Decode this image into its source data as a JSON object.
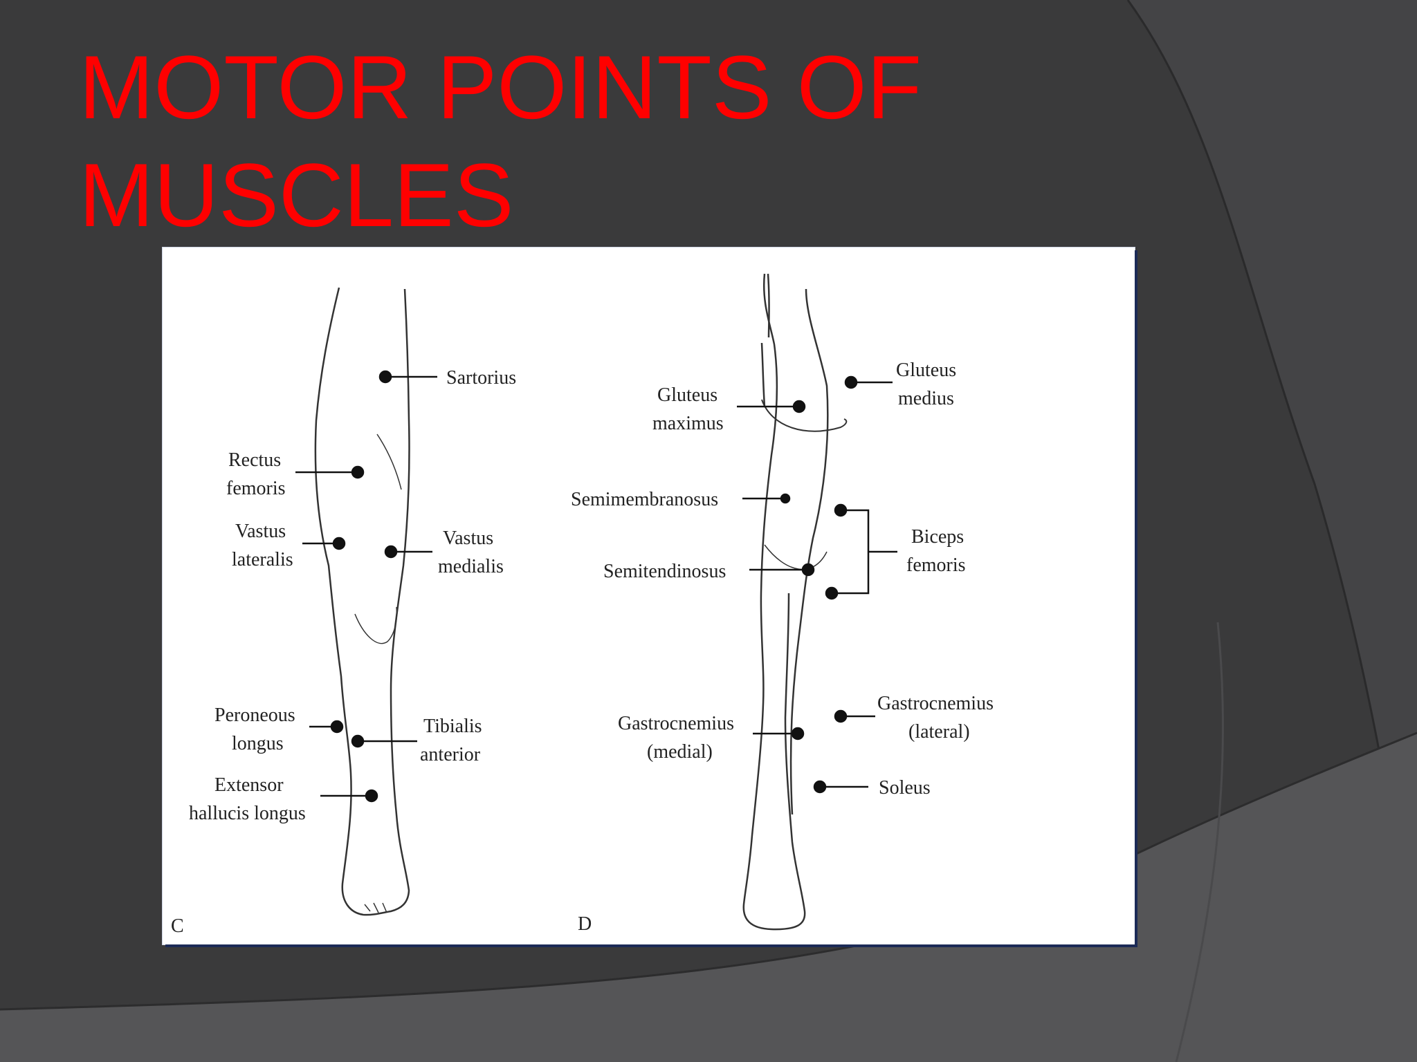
{
  "slide": {
    "title_line1": "MOTOR POINTS OF",
    "title_line2": "MUSCLES"
  },
  "figure": {
    "panel_c": {
      "panel_label": "C",
      "labels": {
        "sartorius": "Sartorius",
        "rectus_femoris_1": "Rectus",
        "rectus_femoris_2": "femoris",
        "vastus_lateralis_1": "Vastus",
        "vastus_lateralis_2": "lateralis",
        "vastus_medialis_1": "Vastus",
        "vastus_medialis_2": "medialis",
        "peroneous_longus_1": "Peroneous",
        "peroneous_longus_2": "longus",
        "tibialis_anterior_1": "Tibialis",
        "tibialis_anterior_2": "anterior",
        "extensor_1": "Extensor",
        "extensor_2": "hallucis longus"
      }
    },
    "panel_d": {
      "panel_label": "D",
      "labels": {
        "gluteus_maximus_1": "Gluteus",
        "gluteus_maximus_2": "maximus",
        "gluteus_medius_1": "Gluteus",
        "gluteus_medius_2": "medius",
        "semimembranosus": "Semimembranosus",
        "semitendinosus": "Semitendinosus",
        "biceps_femoris_1": "Biceps",
        "biceps_femoris_2": "femoris",
        "gastrocnemius_medial_1": "Gastrocnemius",
        "gastrocnemius_medial_2": "(medial)",
        "gastrocnemius_lateral_1": "Gastrocnemius",
        "gastrocnemius_lateral_2": "(lateral)",
        "soleus": "Soleus"
      }
    }
  },
  "colors": {
    "title": "#ff0000",
    "background": "#3b3b3c",
    "figure_border": "#1c2b57"
  }
}
